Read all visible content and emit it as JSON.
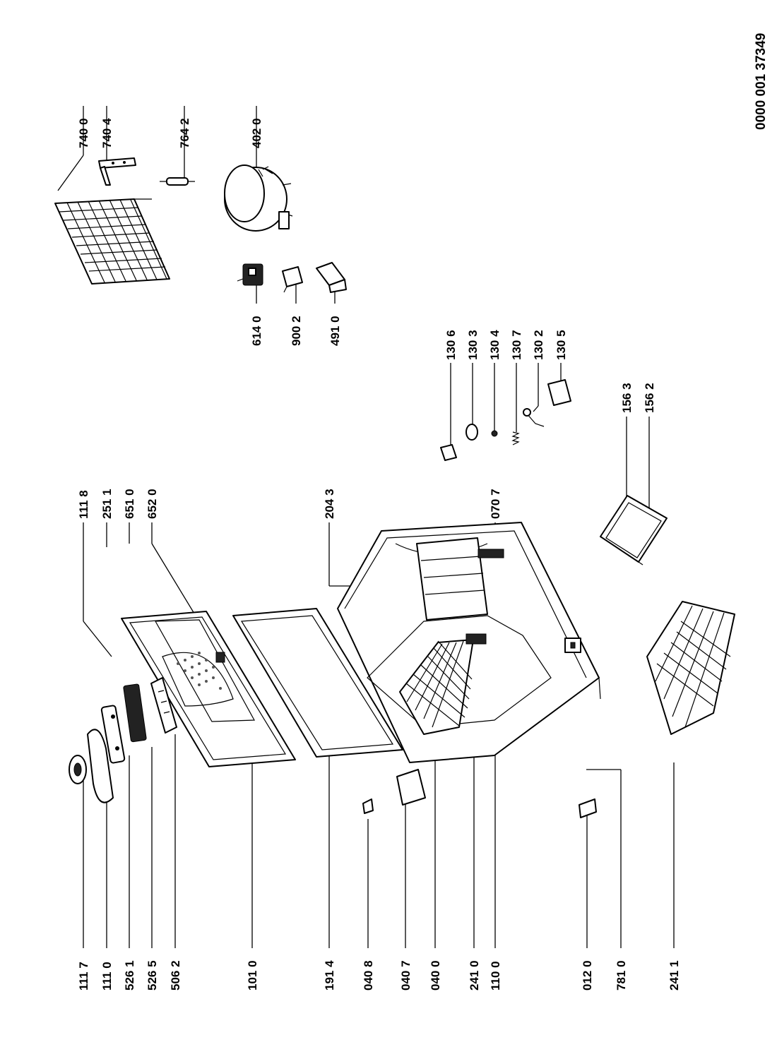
{
  "document_number": "0000 001 37349",
  "callouts": [
    {
      "id": "l1117",
      "text": "111 7"
    },
    {
      "id": "l1110",
      "text": "111 0"
    },
    {
      "id": "l5261",
      "text": "526 1"
    },
    {
      "id": "l5265",
      "text": "526 5"
    },
    {
      "id": "l5062",
      "text": "506 2"
    },
    {
      "id": "l1010",
      "text": "101 0"
    },
    {
      "id": "l1914",
      "text": "191 4"
    },
    {
      "id": "l0408",
      "text": "040 8"
    },
    {
      "id": "l0407",
      "text": "040 7"
    },
    {
      "id": "l0400",
      "text": "040 0"
    },
    {
      "id": "l2410",
      "text": "241 0"
    },
    {
      "id": "l1100",
      "text": "110 0"
    },
    {
      "id": "l0120",
      "text": "012 0"
    },
    {
      "id": "l7810",
      "text": "781 0"
    },
    {
      "id": "l2411",
      "text": "241 1"
    },
    {
      "id": "l1118",
      "text": "111 8"
    },
    {
      "id": "l2511",
      "text": "251 1"
    },
    {
      "id": "l6510",
      "text": "651 0"
    },
    {
      "id": "l6520",
      "text": "652 0"
    },
    {
      "id": "l2043",
      "text": "204 3"
    },
    {
      "id": "l0707",
      "text": "070 7"
    },
    {
      "id": "l1306",
      "text": "130 6"
    },
    {
      "id": "l1303",
      "text": "130 3"
    },
    {
      "id": "l1304",
      "text": "130 4"
    },
    {
      "id": "l1307",
      "text": "130 7"
    },
    {
      "id": "l1302",
      "text": "130 2"
    },
    {
      "id": "l1305",
      "text": "130 5"
    },
    {
      "id": "l1563",
      "text": "156 3"
    },
    {
      "id": "l1562",
      "text": "156 2"
    },
    {
      "id": "l6140",
      "text": "614 0"
    },
    {
      "id": "l9002",
      "text": "900 2"
    },
    {
      "id": "l4910",
      "text": "491 0"
    },
    {
      "id": "l7400",
      "text": "740 0"
    },
    {
      "id": "l7404",
      "text": "740 4"
    },
    {
      "id": "l7642",
      "text": "764 2"
    },
    {
      "id": "l4020",
      "text": "402 0"
    }
  ]
}
